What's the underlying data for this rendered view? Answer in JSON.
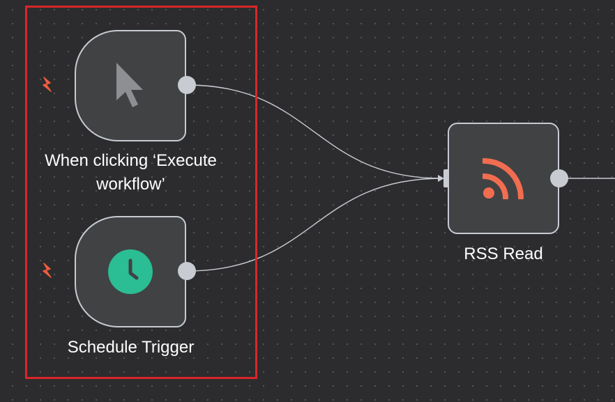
{
  "canvas": {
    "background": "#2c2c2e",
    "dot_color": "#55565a"
  },
  "nodes": {
    "manual_trigger": {
      "label": "When clicking ‘Execute\nworkflow’",
      "icon": "cursor-arrow-icon",
      "icon_color": "#8e8f92",
      "trigger_badge_icon": "lightning-bolt-icon",
      "trigger_badge_color": "#ee5d3f"
    },
    "schedule_trigger": {
      "label": "Schedule Trigger",
      "icon": "clock-icon",
      "icon_color": "#2bbd93",
      "trigger_badge_icon": "lightning-bolt-icon",
      "trigger_badge_color": "#ee5d3f"
    },
    "rss_read": {
      "label": "RSS Read",
      "icon": "rss-feed-icon",
      "icon_color": "#f26d50"
    }
  },
  "colors": {
    "node_fill": "#414244",
    "node_border": "#c8cbd2",
    "connection": "#c8cbd2",
    "selection": "#d9262a"
  }
}
